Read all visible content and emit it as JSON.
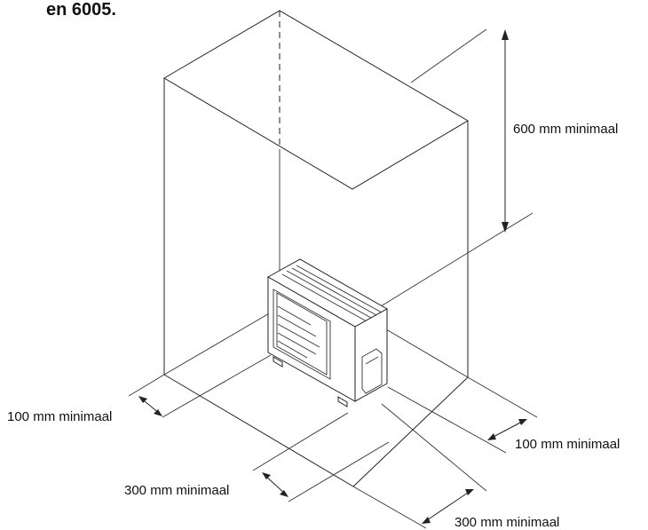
{
  "heading": "en 6005.",
  "labels": {
    "top_clearance": "600 mm minimaal",
    "left_side_clearance": "100 mm minimaal",
    "right_side_clearance": "100 mm minimaal",
    "front_clearance": "300 mm minimaal",
    "rear_clearance": "300 mm minimaal"
  },
  "colors": {
    "line": "#222222",
    "background": "#ffffff"
  }
}
